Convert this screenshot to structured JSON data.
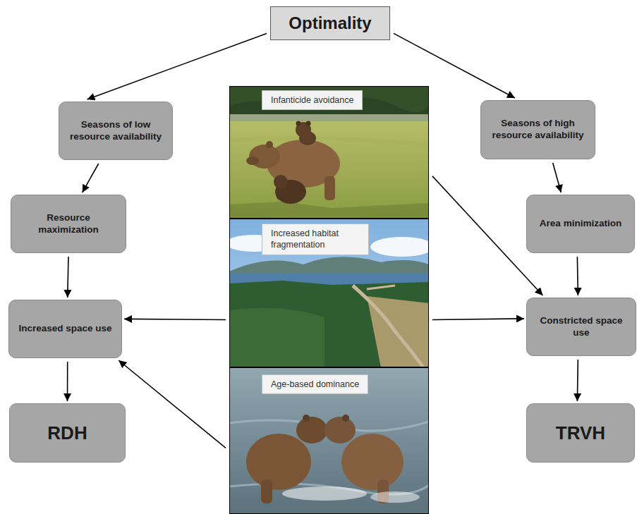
{
  "diagram": {
    "nodes": [
      {
        "text": [
          "Optimality"
        ]
      },
      {
        "text": [
          "Seasons of low resource availability"
        ]
      },
      {
        "text": [
          "Seasons of high resource availability"
        ]
      },
      {
        "text": [
          "Resource maximization"
        ]
      },
      {
        "text": [
          "Area minimization"
        ]
      },
      {
        "text": [
          "Increased space use"
        ]
      },
      {
        "text": [
          "Constricted space use"
        ]
      },
      {
        "text": [
          "RDH"
        ]
      },
      {
        "text": [
          "TRVH"
        ]
      },
      {
        "text": [
          "Infanticide avoidance"
        ]
      },
      {
        "text": [
          "Increased habitat fragmentation"
        ]
      },
      {
        "text": [
          "Age-based dominance"
        ]
      }
    ],
    "edges": [
      {
        "from": 0,
        "to": 1,
        "arrow": "to"
      },
      {
        "from": 0,
        "to": 2,
        "arrow": "to"
      },
      {
        "from": 1,
        "to": 3,
        "arrow": "to"
      },
      {
        "from": 2,
        "to": 4,
        "arrow": "to"
      },
      {
        "from": 3,
        "to": 5,
        "arrow": "to"
      },
      {
        "from": 4,
        "to": 6,
        "arrow": "to"
      },
      {
        "from": 5,
        "to": 7,
        "arrow": "to"
      },
      {
        "from": 6,
        "to": 8,
        "arrow": "to"
      },
      {
        "from": 9,
        "to": 6,
        "arrow": "to"
      },
      {
        "from": 10,
        "to": 5,
        "arrow": "to"
      },
      {
        "from": 10,
        "to": 6,
        "arrow": "to"
      },
      {
        "from": 11,
        "to": 5,
        "arrow": "to"
      }
    ]
  }
}
